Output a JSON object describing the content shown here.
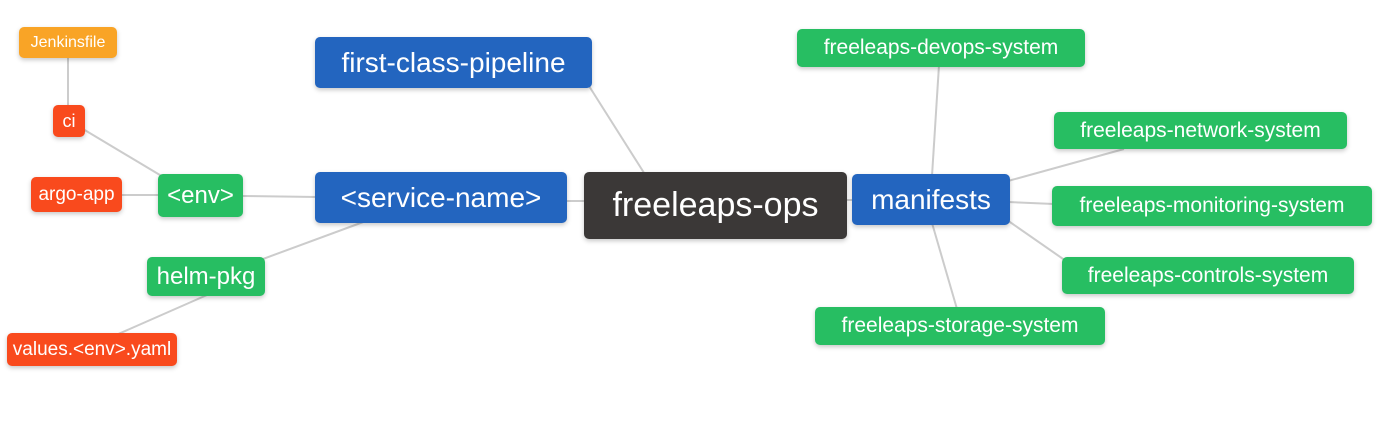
{
  "diagram": {
    "type": "mindmap",
    "root": "freeleaps-ops",
    "background_color": "#ffffff",
    "edge_color": "#cccccc"
  },
  "colors": {
    "blue": "#2365bf",
    "green": "#27be62",
    "red_orange": "#f94a1d",
    "orange": "#f9a426",
    "dark": "#3b3837",
    "node_text": "#ffffff"
  },
  "nodes": [
    {
      "id": "jenkinsfile",
      "label": "Jenkinsfile",
      "color": "#f9a426"
    },
    {
      "id": "ci",
      "label": "ci",
      "color": "#f94a1d"
    },
    {
      "id": "argo-app",
      "label": "argo-app",
      "color": "#f94a1d"
    },
    {
      "id": "env",
      "label": "<env>",
      "color": "#27be62"
    },
    {
      "id": "helm-pkg",
      "label": "helm-pkg",
      "color": "#27be62"
    },
    {
      "id": "values-env-yaml",
      "label": "values.<env>.yaml",
      "color": "#f94a1d"
    },
    {
      "id": "first-class-pipeline",
      "label": "first-class-pipeline",
      "color": "#2365bf"
    },
    {
      "id": "service-name",
      "label": "<service-name>",
      "color": "#2365bf"
    },
    {
      "id": "freeleaps-ops",
      "label": "freeleaps-ops",
      "color": "#3b3837"
    },
    {
      "id": "manifests",
      "label": "manifests",
      "color": "#2365bf"
    },
    {
      "id": "devops-system",
      "label": "freeleaps-devops-system",
      "color": "#27be62"
    },
    {
      "id": "network-system",
      "label": "freeleaps-network-system",
      "color": "#27be62"
    },
    {
      "id": "monitoring-system",
      "label": "freeleaps-monitoring-system",
      "color": "#27be62"
    },
    {
      "id": "controls-system",
      "label": "freeleaps-controls-system",
      "color": "#27be62"
    },
    {
      "id": "storage-system",
      "label": "freeleaps-storage-system",
      "color": "#27be62"
    }
  ],
  "edges": [
    {
      "from": "ci",
      "to": "jenkinsfile"
    },
    {
      "from": "env",
      "to": "ci"
    },
    {
      "from": "env",
      "to": "argo-app"
    },
    {
      "from": "service-name",
      "to": "env"
    },
    {
      "from": "service-name",
      "to": "helm-pkg"
    },
    {
      "from": "helm-pkg",
      "to": "values-env-yaml"
    },
    {
      "from": "freeleaps-ops",
      "to": "first-class-pipeline"
    },
    {
      "from": "freeleaps-ops",
      "to": "service-name"
    },
    {
      "from": "freeleaps-ops",
      "to": "manifests"
    },
    {
      "from": "manifests",
      "to": "devops-system"
    },
    {
      "from": "manifests",
      "to": "network-system"
    },
    {
      "from": "manifests",
      "to": "monitoring-system"
    },
    {
      "from": "manifests",
      "to": "controls-system"
    },
    {
      "from": "manifests",
      "to": "storage-system"
    }
  ]
}
